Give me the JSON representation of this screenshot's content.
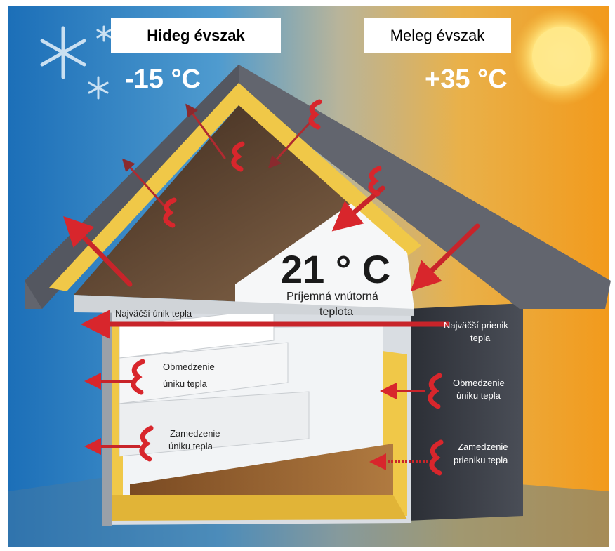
{
  "seasons": {
    "cold_label": "Hideg évszak",
    "warm_label": "Meleg évszak",
    "cold_temp": "-15 °C",
    "warm_temp": "+35 °C"
  },
  "interior": {
    "temp": "21 ° C",
    "caption_line1": "Príjemná vnútorná",
    "caption_line2": "teplota"
  },
  "labels": {
    "largest_loss": "Najväčší únik tepla",
    "largest_gain_line1": "Najväčší prienik",
    "largest_gain_line2": "tepla",
    "limit_loss_line1": "Obmedzenie",
    "limit_loss_line2": "úniku tepla",
    "prevent_loss_line1": "Zamedzenie",
    "prevent_loss_line2": "úniku tepla",
    "limit_gain_line1": "Obmedzenie",
    "limit_gain_line2": "úniku tepla",
    "prevent_gain_line1": "Zamedzenie",
    "prevent_gain_line2": "prieniku tepla"
  },
  "colors": {
    "cold_sky": "#1f7fc4",
    "warm_sky": "#f0a020",
    "roof": "#62656e",
    "insulation": "#f0c848",
    "arrow": "#d8262c"
  }
}
